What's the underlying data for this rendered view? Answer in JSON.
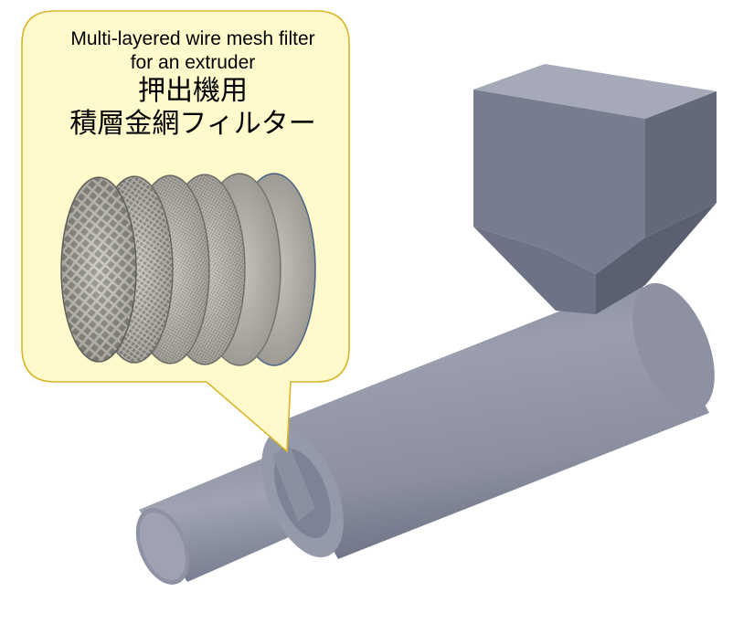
{
  "caption": {
    "english_line1": "Multi-layered wire mesh filter",
    "english_line2": "for an extruder",
    "japanese_line1": "押出機用",
    "japanese_line2": "積層金網フィルター"
  },
  "colors": {
    "callout_fill": "#fff9cc",
    "callout_stroke": "#d9b52a",
    "machine_body": "#8a8fa0",
    "machine_light": "#a6aab8",
    "machine_dark": "#5d6273"
  },
  "filter_discs": [
    {
      "mesh": "very coarse"
    },
    {
      "mesh": "coarse"
    },
    {
      "mesh": "medium"
    },
    {
      "mesh": "fine"
    },
    {
      "mesh": "very fine"
    },
    {
      "mesh": "finest"
    }
  ]
}
